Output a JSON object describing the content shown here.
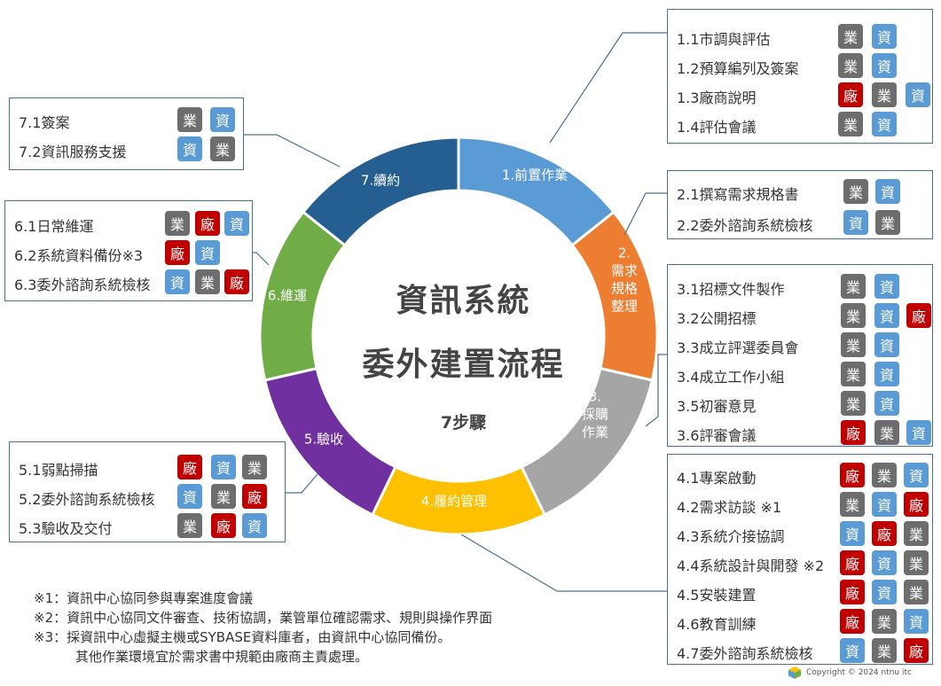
{
  "center": {
    "title_line1": "資訊系統",
    "title_line2": "委外建置流程",
    "subtitle": "7步驟"
  },
  "segments": [
    {
      "label_lines": [
        "1.前置作業"
      ],
      "color": "#5b9bd5"
    },
    {
      "label_lines": [
        "2.",
        "需求",
        "規格",
        "整理"
      ],
      "color": "#ed7d31"
    },
    {
      "label_lines": [
        "3.",
        "採購",
        "作業"
      ],
      "color": "#a5a5a5"
    },
    {
      "label_lines": [
        "4.履約管理"
      ],
      "color": "#ffc000"
    },
    {
      "label_lines": [
        "5.驗收"
      ],
      "color": "#7030a0"
    },
    {
      "label_lines": [
        "6.維運"
      ],
      "color": "#70ad47"
    },
    {
      "label_lines": [
        "7.續約"
      ],
      "color": "#255e91"
    }
  ],
  "badge_text": {
    "ye": "業",
    "zi": "資",
    "ch": "廠"
  },
  "badge_colors": {
    "ye": "#6d6d6d",
    "zi": "#5b9bd5",
    "ch": "#c00000"
  },
  "boxes": {
    "box1": [
      {
        "label": "1.1市調與評估",
        "badges": [
          "ye",
          "zi"
        ]
      },
      {
        "label": "1.2預算編列及簽案",
        "badges": [
          "ye",
          "zi"
        ]
      },
      {
        "label": "1.3廠商說明",
        "badges": [
          "ch",
          "ye",
          "zi"
        ]
      },
      {
        "label": "1.4評估會議",
        "badges": [
          "ye",
          "zi"
        ]
      }
    ],
    "box2": [
      {
        "label": "2.1撰寫需求規格書",
        "badges": [
          "ye",
          "zi"
        ]
      },
      {
        "label": "2.2委外諮詢系統檢核",
        "badges": [
          "zi",
          "ye"
        ]
      }
    ],
    "box3": [
      {
        "label": "3.1招標文件製作",
        "badges": [
          "ye",
          "zi"
        ]
      },
      {
        "label": "3.2公開招標",
        "badges": [
          "ye",
          "zi",
          "ch"
        ]
      },
      {
        "label": "3.3成立評選委員會",
        "badges": [
          "ye",
          "zi"
        ]
      },
      {
        "label": "3.4成立工作小組",
        "badges": [
          "ye",
          "zi"
        ]
      },
      {
        "label": "3.5初審意見",
        "badges": [
          "ye",
          "zi"
        ]
      },
      {
        "label": "3.6評審會議",
        "badges": [
          "ch",
          "ye",
          "zi"
        ]
      }
    ],
    "box4": [
      {
        "label": "4.1專案啟動",
        "badges": [
          "ch",
          "ye",
          "zi"
        ]
      },
      {
        "label": "4.2需求訪談 ※1",
        "badges": [
          "ye",
          "zi",
          "ch"
        ]
      },
      {
        "label": "4.3系統介接協調",
        "badges": [
          "zi",
          "ch",
          "ye"
        ]
      },
      {
        "label": "4.4系統設計與開發 ※2",
        "badges": [
          "ch",
          "zi",
          "ye"
        ]
      },
      {
        "label": "4.5安裝建置",
        "badges": [
          "ch",
          "zi",
          "ye"
        ]
      },
      {
        "label": "4.6教育訓練",
        "badges": [
          "ch",
          "ye",
          "zi"
        ]
      },
      {
        "label": "4.7委外諮詢系統檢核",
        "badges": [
          "zi",
          "ye",
          "ch"
        ]
      }
    ],
    "box5": [
      {
        "label": "5.1弱點掃描",
        "badges": [
          "ch",
          "zi",
          "ye"
        ]
      },
      {
        "label": "5.2委外諮詢系統檢核",
        "badges": [
          "zi",
          "ye",
          "ch"
        ]
      },
      {
        "label": "5.3驗收及交付",
        "badges": [
          "ye",
          "ch",
          "zi"
        ]
      }
    ],
    "box6": [
      {
        "label": "6.1日常維運",
        "badges": [
          "ye",
          "ch",
          "zi"
        ]
      },
      {
        "label": "6.2系統資料備份※3",
        "badges": [
          "ch",
          "zi"
        ]
      },
      {
        "label": "6.3委外諮詢系統檢核",
        "badges": [
          "zi",
          "ye",
          "ch"
        ]
      }
    ],
    "box7": [
      {
        "label": "7.1簽案",
        "badges": [
          "ye",
          "zi"
        ]
      },
      {
        "label": "7.2資訊服務支援",
        "badges": [
          "zi",
          "ye"
        ]
      }
    ]
  },
  "notes": [
    "※1：資訊中心協同參與專案進度會議",
    "※2：資訊中心協同文件審查、技術協調，業管單位確認需求、規則與操作界面",
    "※3：採資訊中心虛擬主機或SYBASE資料庫者，由資訊中心協同備份。",
    "其他作業環境宜於需求書中規範由廠商主責處理。"
  ],
  "copyright": "Copyright © 2024 ntnu itc"
}
